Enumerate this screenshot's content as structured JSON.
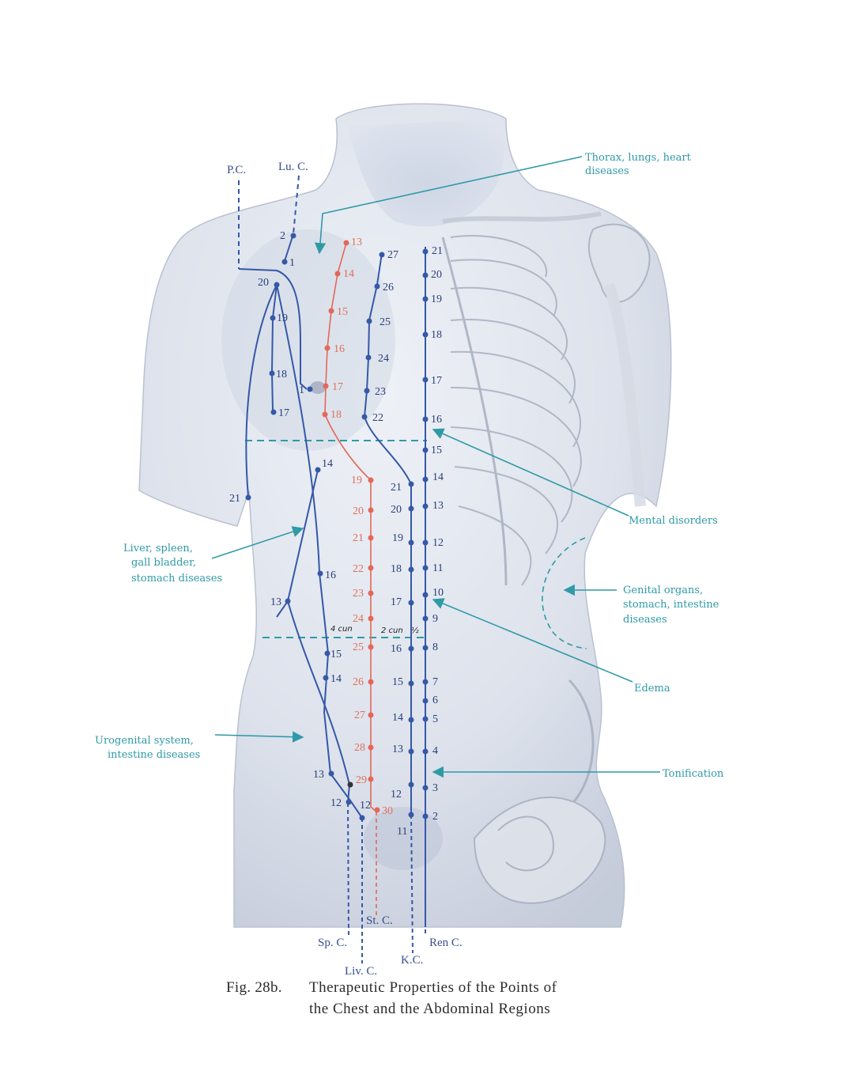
{
  "caption": {
    "fig_number": "Fig. 28b.",
    "line1": "Therapeutic Properties of the Points of",
    "line2": "the Chest and the Abdominal Regions"
  },
  "annotations": {
    "thorax_1": "Thorax, lungs, heart",
    "thorax_2": "diseases",
    "mental": "Mental disorders",
    "genital_1": "Genital organs,",
    "genital_2": "stomach, intestine",
    "genital_3": "diseases",
    "edema": "Edema",
    "tonification": "Tonification",
    "liver_1": "Liver, spleen,",
    "liver_2": "gall bladder,",
    "liver_3": "stomach diseases",
    "uro_1": "Urogenital system,",
    "uro_2": "intestine diseases"
  },
  "channels": {
    "pc": "P.C.",
    "lu": "Lu. C.",
    "st": "St. C.",
    "sp": "Sp. C.",
    "ren": "Ren C.",
    "kc": "K.C.",
    "liv": "Liv. C."
  },
  "handwritten": {
    "cun4": "4 cun",
    "cun2": "2 cun",
    "half": "½"
  },
  "points": {
    "lu_2": "2",
    "lu_1": "1",
    "pc_1": "1",
    "gb_20": "20",
    "gb_19": "19",
    "gb_18": "18",
    "gb_17": "17",
    "gb_21": "21",
    "liv_14": "14",
    "liv_16": "16",
    "liv_13": "13",
    "sp_15": "15",
    "sp_14": "14",
    "sp_13": "13",
    "sp_12": "12",
    "liv_12": "12",
    "st_13": "13",
    "st_14": "14",
    "st_15": "15",
    "st_16": "16",
    "st_17": "17",
    "st_18": "18",
    "st_19": "19",
    "st_20": "20",
    "st_21": "21",
    "st_22": "22",
    "st_23": "23",
    "st_24": "24",
    "st_25": "25",
    "st_26": "26",
    "st_27": "27",
    "st_28": "28",
    "st_29": "29",
    "st_30": "30",
    "k_27": "27",
    "k_26": "26",
    "k_25": "25",
    "k_24": "24",
    "k_23": "23",
    "k_22": "22",
    "k_21": "21",
    "k_20": "20",
    "k_19": "19",
    "k_18": "18",
    "k_17": "17",
    "k_16": "16",
    "k_15": "15",
    "k_14": "14",
    "k_13": "13",
    "k_12": "12",
    "k_11": "11",
    "ren_21": "21",
    "ren_20": "20",
    "ren_19": "19",
    "ren_18": "18",
    "ren_17": "17",
    "ren_16": "16",
    "ren_15": "15",
    "ren_14": "14",
    "ren_13": "13",
    "ren_12": "12",
    "ren_11": "11",
    "ren_10": "10",
    "ren_9": "9",
    "ren_8": "8",
    "ren_7": "7",
    "ren_6": "6",
    "ren_5": "5",
    "ren_4": "4",
    "ren_3": "3",
    "ren_2": "2"
  },
  "colors": {
    "channel_blue": "#3558a8",
    "stomach_red": "#e2685a",
    "annotation_teal": "#2f9aa6",
    "body_shade": "#c9d0de"
  }
}
